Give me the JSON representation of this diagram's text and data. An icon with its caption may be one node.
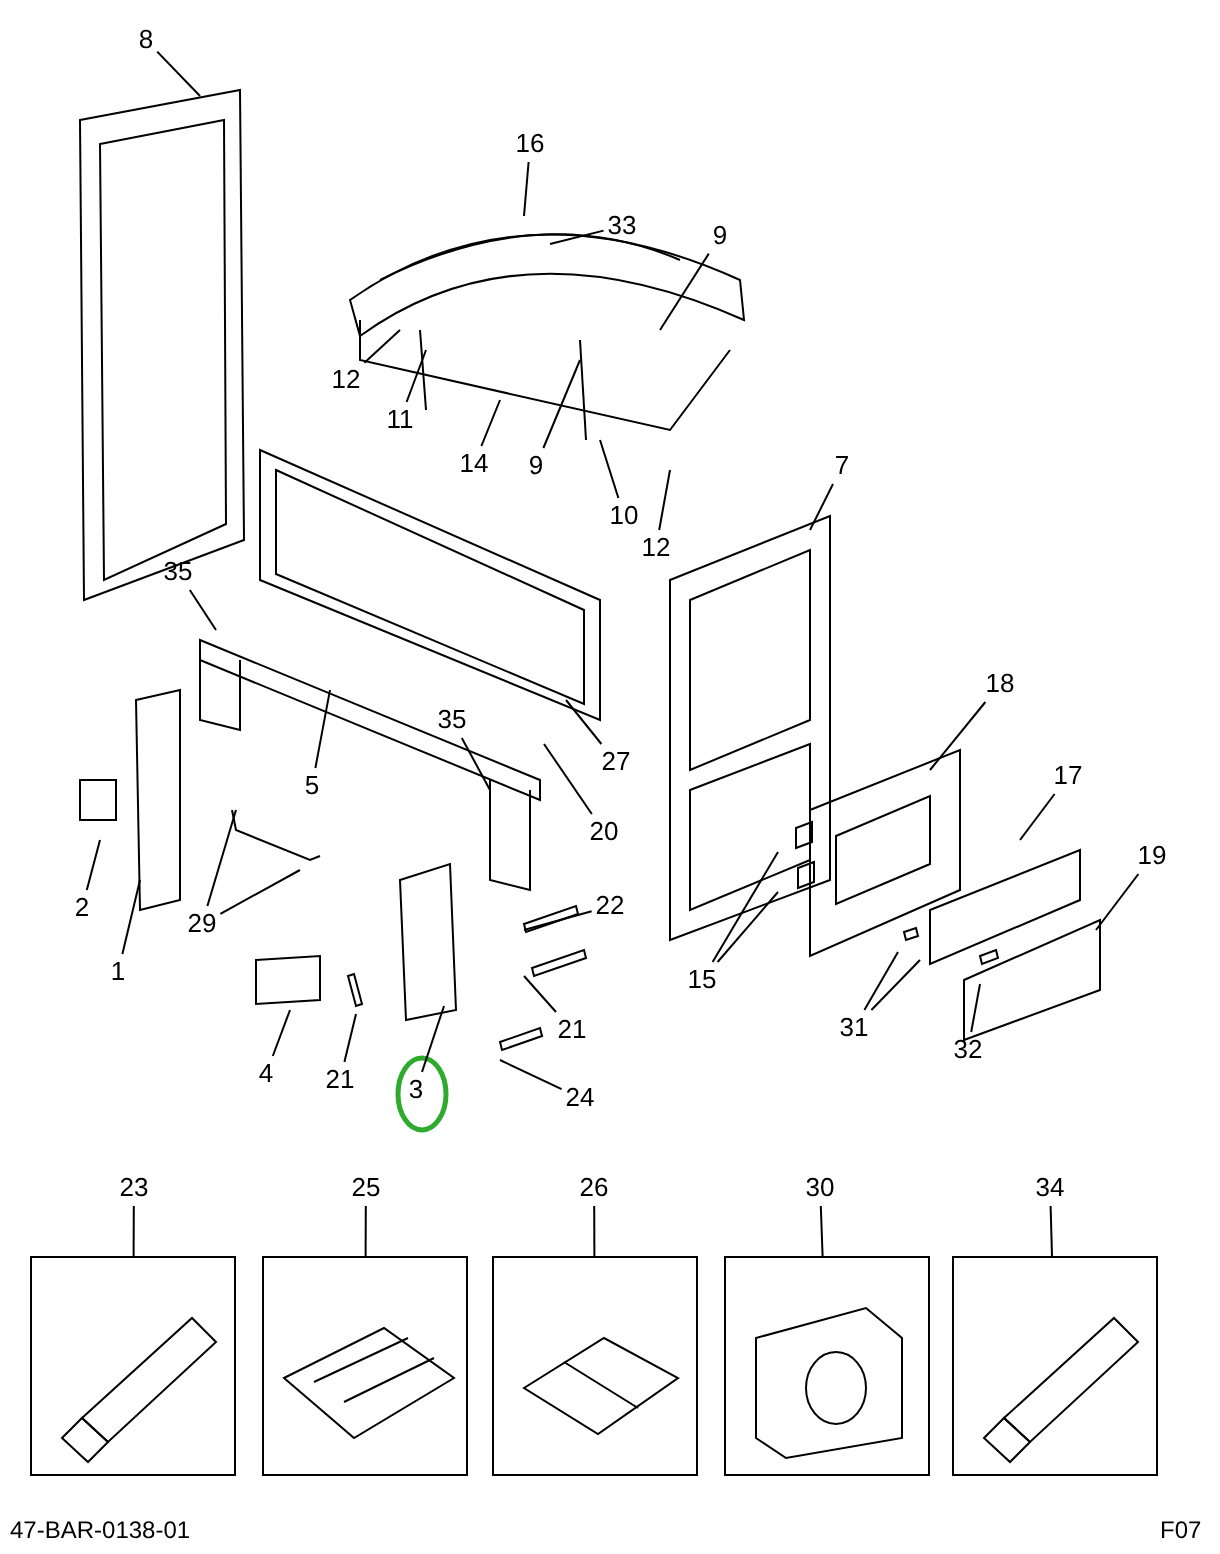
{
  "diagram": {
    "nodes": [
      {
        "text": [
          "8"
        ]
      },
      {
        "text": [
          "16"
        ]
      },
      {
        "text": [
          "33"
        ]
      },
      {
        "text": [
          "9"
        ]
      },
      {
        "text": [
          "12"
        ]
      },
      {
        "text": [
          "11"
        ]
      },
      {
        "text": [
          "14"
        ]
      },
      {
        "text": [
          "9"
        ]
      },
      {
        "text": [
          "10"
        ]
      },
      {
        "text": [
          "12"
        ]
      },
      {
        "text": [
          "7"
        ]
      },
      {
        "text": [
          "35"
        ]
      },
      {
        "text": [
          "18"
        ]
      },
      {
        "text": [
          "17"
        ]
      },
      {
        "text": [
          "19"
        ]
      },
      {
        "text": [
          "27"
        ]
      },
      {
        "text": [
          "35"
        ]
      },
      {
        "text": [
          "5"
        ]
      },
      {
        "text": [
          "20"
        ]
      },
      {
        "text": [
          "2"
        ]
      },
      {
        "text": [
          "29"
        ]
      },
      {
        "text": [
          "22"
        ]
      },
      {
        "text": [
          "15"
        ]
      },
      {
        "text": [
          "1"
        ]
      },
      {
        "text": [
          "21"
        ]
      },
      {
        "text": [
          "31"
        ]
      },
      {
        "text": [
          "32"
        ]
      },
      {
        "text": [
          "4"
        ]
      },
      {
        "text": [
          "21"
        ]
      },
      {
        "text": [
          "3"
        ]
      },
      {
        "text": [
          "24"
        ]
      },
      {
        "text": [
          "23"
        ]
      },
      {
        "text": [
          "25"
        ]
      },
      {
        "text": [
          "26"
        ]
      },
      {
        "text": [
          "30"
        ]
      },
      {
        "text": [
          "34"
        ]
      },
      {
        "text": [],
        "shape": "box"
      },
      {
        "text": [],
        "shape": "box"
      },
      {
        "text": [],
        "shape": "box"
      },
      {
        "text": [],
        "shape": "box"
      },
      {
        "text": [],
        "shape": "box"
      }
    ],
    "edges": [
      {
        "from": 0,
        "to": null,
        "arrow": "none"
      },
      {
        "from": 1,
        "to": null,
        "arrow": "none"
      },
      {
        "from": 2,
        "to": null,
        "arrow": "none"
      },
      {
        "from": 3,
        "to": null,
        "arrow": "none"
      },
      {
        "from": 4,
        "to": null,
        "arrow": "none"
      },
      {
        "from": 5,
        "to": null,
        "arrow": "none"
      },
      {
        "from": 6,
        "to": null,
        "arrow": "none"
      },
      {
        "from": 7,
        "to": null,
        "arrow": "none"
      },
      {
        "from": 8,
        "to": null,
        "arrow": "none"
      },
      {
        "from": 9,
        "to": null,
        "arrow": "none"
      },
      {
        "from": 10,
        "to": null,
        "arrow": "none"
      },
      {
        "from": 11,
        "to": null,
        "arrow": "none"
      },
      {
        "from": 12,
        "to": null,
        "arrow": "none"
      },
      {
        "from": 13,
        "to": null,
        "arrow": "none"
      },
      {
        "from": 14,
        "to": null,
        "arrow": "none"
      },
      {
        "from": 15,
        "to": null,
        "arrow": "none"
      },
      {
        "from": 16,
        "to": null,
        "arrow": "none"
      },
      {
        "from": 17,
        "to": null,
        "arrow": "none"
      },
      {
        "from": 18,
        "to": null,
        "arrow": "none"
      },
      {
        "from": 19,
        "to": null,
        "arrow": "none"
      },
      {
        "from": 20,
        "to": null,
        "arrow": "none"
      },
      {
        "from": 20,
        "to": null,
        "arrow": "none"
      },
      {
        "from": 21,
        "to": null,
        "arrow": "none"
      },
      {
        "from": 22,
        "to": null,
        "arrow": "none"
      },
      {
        "from": 22,
        "to": null,
        "arrow": "none"
      },
      {
        "from": 23,
        "to": null,
        "arrow": "none"
      },
      {
        "from": 24,
        "to": null,
        "arrow": "none"
      },
      {
        "from": 25,
        "to": null,
        "arrow": "none"
      },
      {
        "from": 25,
        "to": null,
        "arrow": "none"
      },
      {
        "from": 26,
        "to": null,
        "arrow": "none"
      },
      {
        "from": 27,
        "to": null,
        "arrow": "none"
      },
      {
        "from": 28,
        "to": null,
        "arrow": "none"
      },
      {
        "from": 29,
        "to": null,
        "arrow": "none"
      },
      {
        "from": 30,
        "to": null,
        "arrow": "none"
      },
      {
        "from": 31,
        "to": 36,
        "arrow": "none"
      },
      {
        "from": 32,
        "to": 37,
        "arrow": "none"
      },
      {
        "from": 33,
        "to": 38,
        "arrow": "none"
      },
      {
        "from": 34,
        "to": 39,
        "arrow": "none"
      },
      {
        "from": 35,
        "to": 40,
        "arrow": "none"
      }
    ],
    "labels": [
      "47-BAR-0138-01",
      "F07"
    ]
  }
}
